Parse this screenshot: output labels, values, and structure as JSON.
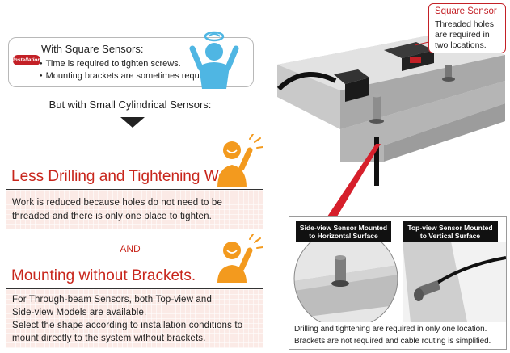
{
  "square_box": {
    "badge": "Installation",
    "title": "With Square Sensors:",
    "bullets": [
      "Time is required to tighten screws.",
      "Mounting brackets are sometimes required."
    ]
  },
  "transition": "But with Small Cylindrical Sensors:",
  "benefit1": {
    "title": "Less Drilling and Tightening Work.",
    "lines": [
      "Work is reduced because holes do not need to be",
      "threaded and there is only one place to tighten."
    ]
  },
  "and_label": "AND",
  "benefit2": {
    "title": "Mounting without Brackets.",
    "lines": [
      "For Through-beam Sensors, both Top-view and",
      "Side-view Models are available.",
      "Select the shape according to installation conditions to",
      "mount directly to the system without brackets."
    ]
  },
  "callout": {
    "title": "Square Sensor",
    "lines": [
      "Threaded holes",
      "are required in",
      "two locations."
    ]
  },
  "detail": {
    "tag_left": [
      "Side-view Sensor Mounted",
      "to Horizontal Surface"
    ],
    "tag_right": [
      "Top-view Sensor Mounted",
      "to Vertical Surface"
    ],
    "lines": [
      "Drilling and tightening are required in only one location.",
      "Brackets are not required and cable routing is simplified."
    ]
  },
  "colors": {
    "accent_red": "#c8261c",
    "badge_red": "#c32026",
    "person_orange": "#f39a1e",
    "person_blue": "#4fb6e3"
  }
}
